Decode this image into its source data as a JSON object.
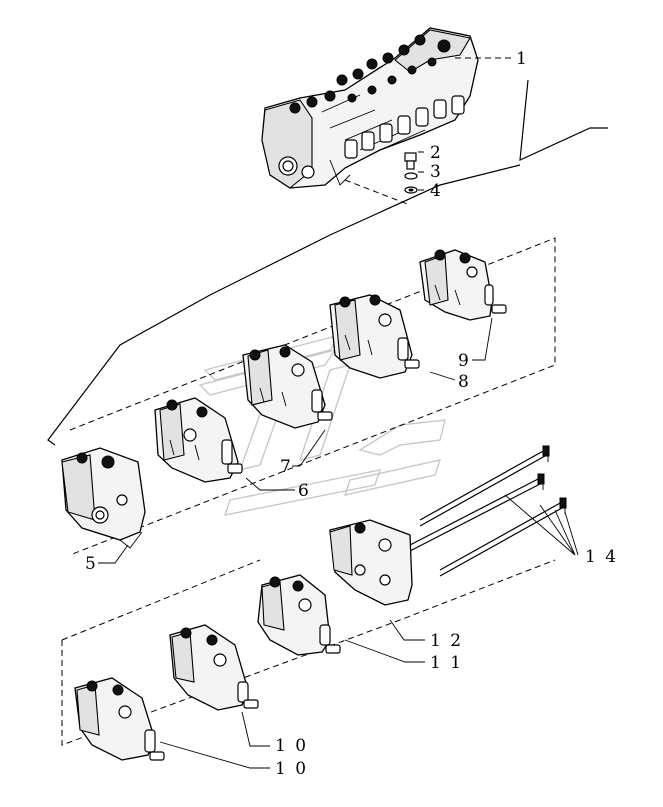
{
  "diagram": {
    "callouts": [
      {
        "id": "1",
        "text": "1"
      },
      {
        "id": "2",
        "text": "2"
      },
      {
        "id": "3",
        "text": "3"
      },
      {
        "id": "4",
        "text": "4"
      },
      {
        "id": "5",
        "text": "5"
      },
      {
        "id": "6",
        "text": "6"
      },
      {
        "id": "7",
        "text": "7"
      },
      {
        "id": "8",
        "text": "8"
      },
      {
        "id": "9",
        "text": "9"
      },
      {
        "id": "10a",
        "text": "1 0"
      },
      {
        "id": "10b",
        "text": "1 0"
      },
      {
        "id": "11",
        "text": "1 1"
      },
      {
        "id": "12",
        "text": "1 2"
      },
      {
        "id": "14",
        "text": "1 4"
      }
    ]
  }
}
